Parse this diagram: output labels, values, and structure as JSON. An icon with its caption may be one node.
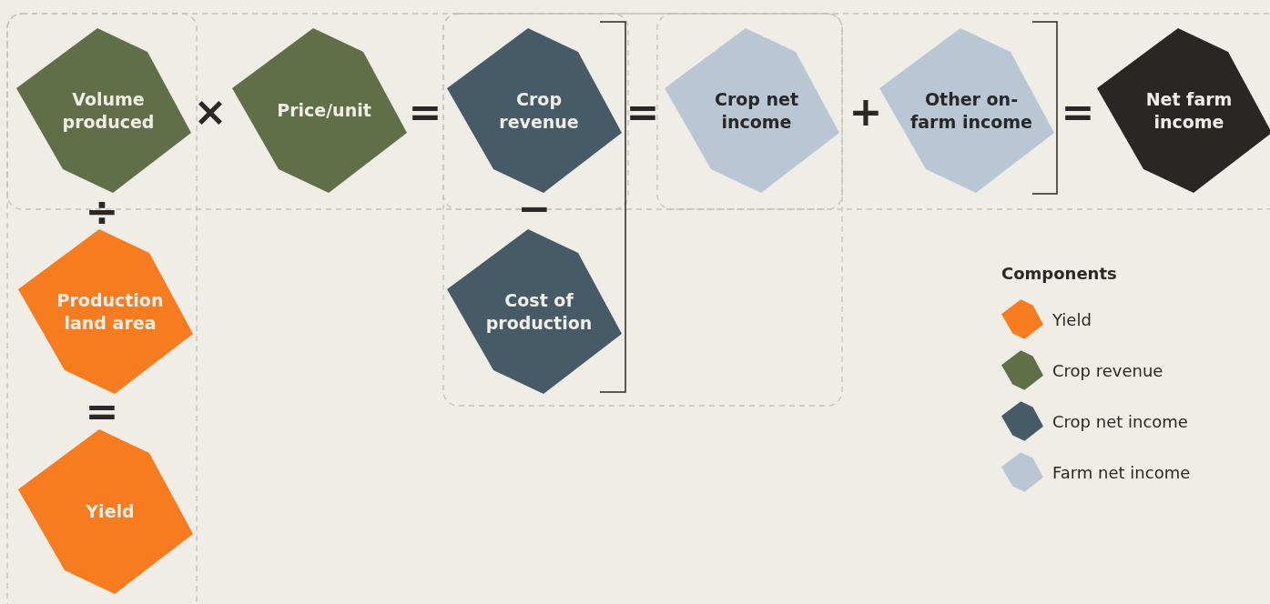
{
  "diagram": {
    "nodes": [
      {
        "text": [
          "Volume produced"
        ]
      },
      {
        "text": [
          "Price/unit"
        ]
      },
      {
        "text": [
          "Crop revenue"
        ]
      },
      {
        "text": [
          "Crop net income"
        ]
      },
      {
        "text": [
          "Other on-farm income"
        ]
      },
      {
        "text": [
          "Net farm income"
        ]
      },
      {
        "text": [
          "Production land area"
        ]
      },
      {
        "text": [
          "Cost of production"
        ]
      },
      {
        "text": [
          "Yield"
        ]
      }
    ],
    "labels": [
      "×",
      "=",
      "=",
      "+",
      "=",
      "÷",
      "−",
      "=",
      "Components"
    ],
    "legend": [
      {
        "text": "Yield",
        "color": "#f77b1f"
      },
      {
        "text": "Crop revenue",
        "color": "#616f48"
      },
      {
        "text": "Crop net income",
        "color": "#465b67"
      },
      {
        "text": "Farm net income",
        "color": "#b9c7d5"
      }
    ]
  }
}
